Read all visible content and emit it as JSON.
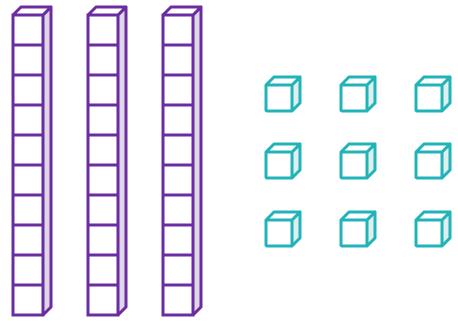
{
  "title": "",
  "colors": {
    "rod_stroke": "#6a2ca0",
    "rod_top": "#ffffff",
    "rod_side": "#ddd7e6",
    "cube_stroke": "#20b3b8",
    "cube_top": "#ffffff",
    "cube_side": "#dfeff0",
    "background": "#ffffff"
  },
  "base_ten": {
    "tens_rods": 3,
    "units_per_rod": 10,
    "ones_cubes": 9,
    "ones_grid_rows": 3,
    "ones_grid_cols": 3
  }
}
